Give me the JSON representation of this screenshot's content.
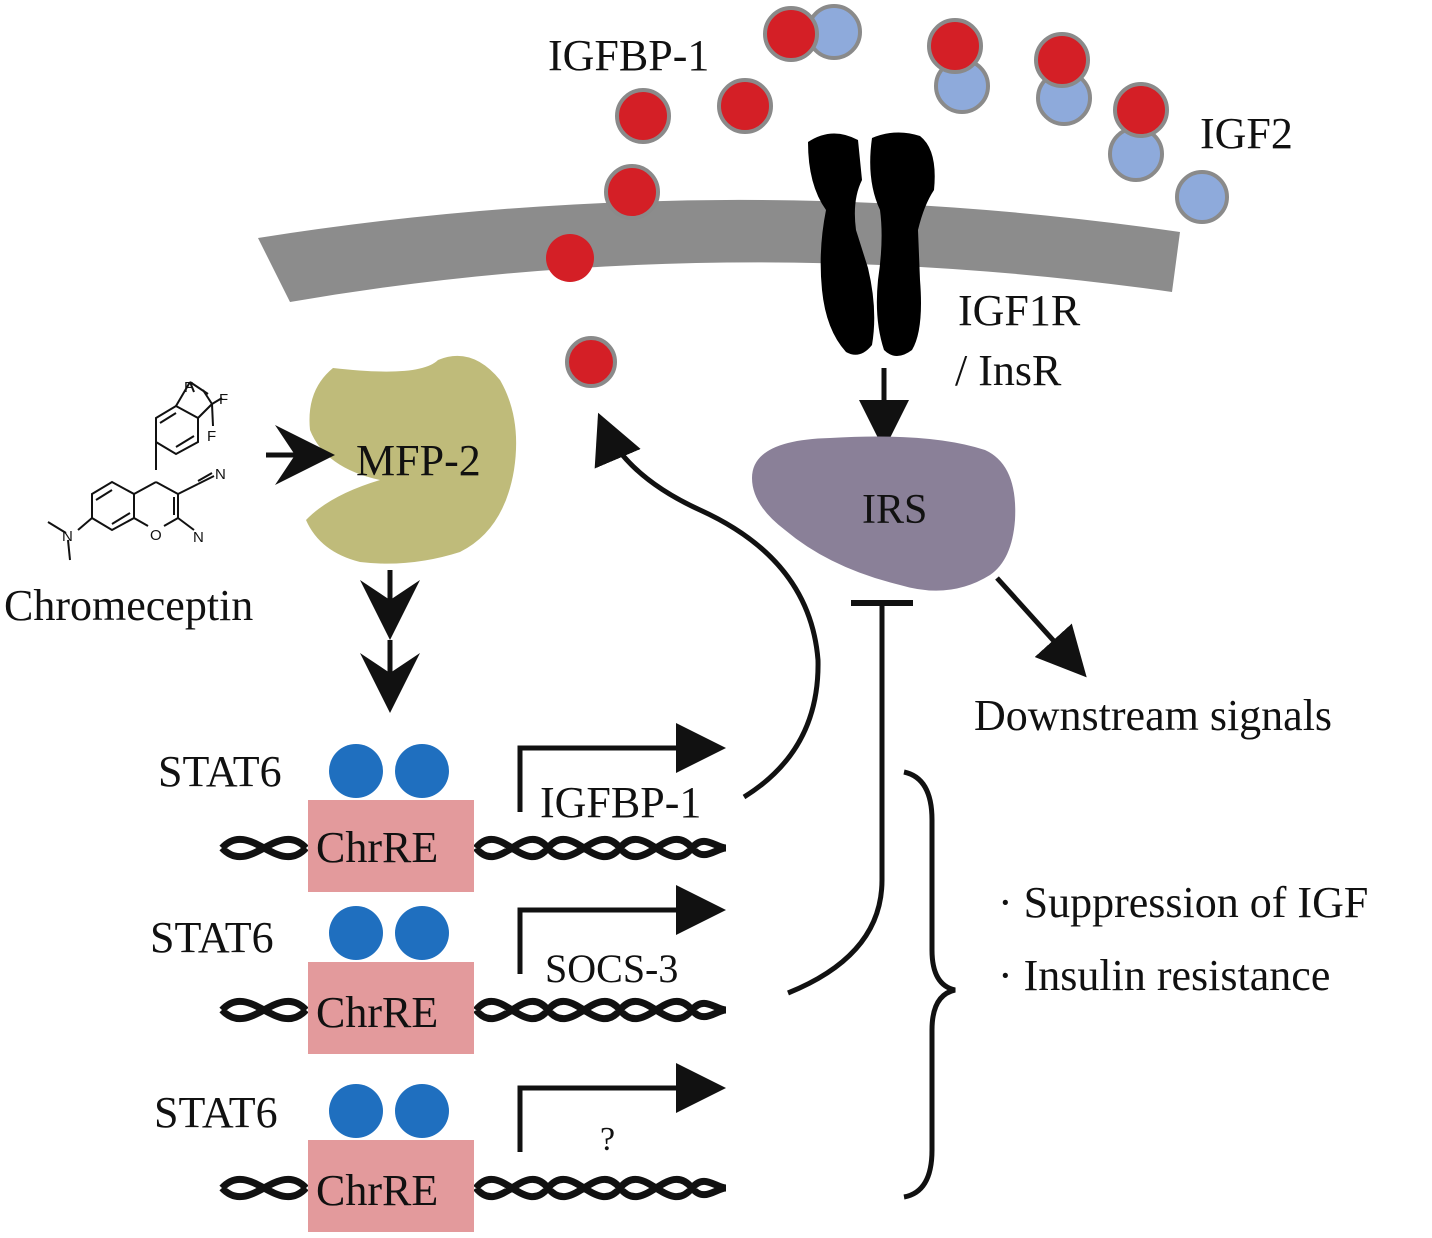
{
  "labels": {
    "igfbp1_top": "IGFBP-1",
    "igf2": "IGF2",
    "igf1r_line1": "IGF1R",
    "igf1r_line2": "/ InsR",
    "mfp2": "MFP-2",
    "irs": "IRS",
    "chromeceptin": "Chromeceptin",
    "downstream": "Downstream signals",
    "effect1": "· Suppression of IGF",
    "effect2": "· Insulin resistance"
  },
  "genes": [
    {
      "stat": "STAT6",
      "element": "ChrRE",
      "gene": "IGFBP-1"
    },
    {
      "stat": "STAT6",
      "element": "ChrRE",
      "gene": "SOCS-3"
    },
    {
      "stat": "STAT6",
      "element": "ChrRE",
      "gene": "?"
    }
  ],
  "molecule_atoms": {
    "f1": "F",
    "f2": "F",
    "f3": "F",
    "n_cn": "N",
    "n_ring": "N",
    "o_ring": "O",
    "n_amine": "N"
  },
  "colors": {
    "igfbp": "#d41f26",
    "igf2": "#8eaadb",
    "ball_stroke": "#8a8a8a",
    "membrane": "#8c8c8c",
    "receptor": "#000000",
    "mfp2": "#bfbb7a",
    "irs": "#8a8098",
    "stat6": "#1f6fbf",
    "chrre": "#e39a9c"
  }
}
